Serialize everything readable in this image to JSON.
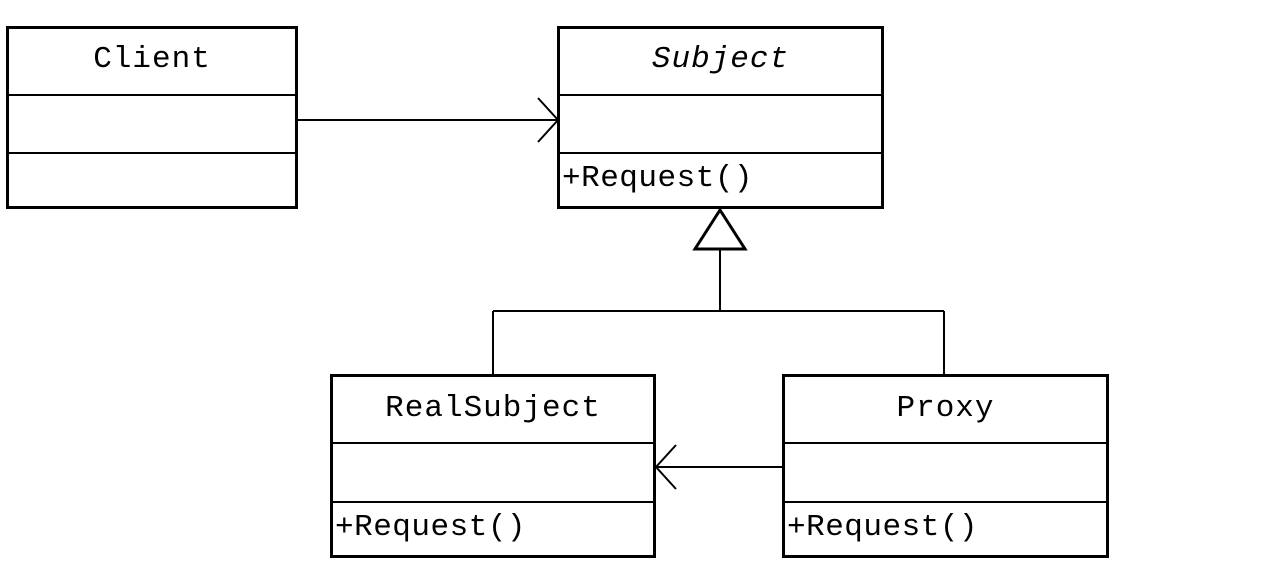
{
  "classes": {
    "client": {
      "name": "Client",
      "abstract": false,
      "attributes": [],
      "operations": []
    },
    "subject": {
      "name": "Subject",
      "abstract": true,
      "attributes": [],
      "operations": [
        "+Request()"
      ]
    },
    "real_subject": {
      "name": "RealSubject",
      "abstract": false,
      "attributes": [],
      "operations": [
        "+Request()"
      ]
    },
    "proxy": {
      "name": "Proxy",
      "abstract": false,
      "attributes": [],
      "operations": [
        "+Request()"
      ]
    }
  },
  "relationships": [
    {
      "type": "association",
      "from": "Client",
      "to": "Subject",
      "arrow": "open"
    },
    {
      "type": "generalization",
      "from": "RealSubject",
      "to": "Subject",
      "arrow": "hollow-triangle"
    },
    {
      "type": "generalization",
      "from": "Proxy",
      "to": "Subject",
      "arrow": "hollow-triangle"
    },
    {
      "type": "association",
      "from": "Proxy",
      "to": "RealSubject",
      "arrow": "open"
    }
  ]
}
